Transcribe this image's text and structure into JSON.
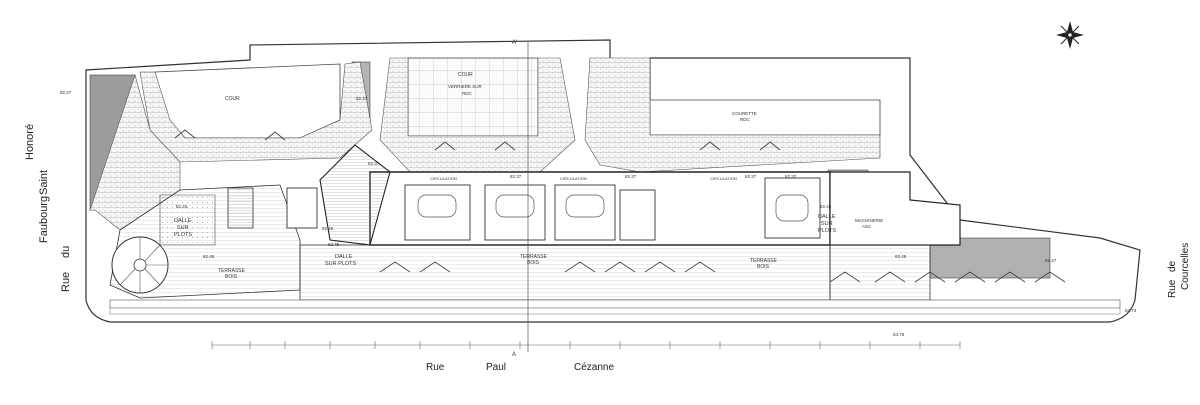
{
  "streets": {
    "left_words": [
      "Rue",
      "du",
      "Faubourg",
      "Saint",
      "Honoré"
    ],
    "right_words": [
      "Rue",
      "de",
      "Courcelles"
    ],
    "bottom_words": [
      "Rue",
      "Paul",
      "Cézanne"
    ]
  },
  "section_marks": {
    "top": "A'",
    "bottom": "A"
  },
  "compass_icon": "compass-rose-icon",
  "spaces": {
    "cour": "COUR",
    "cour_verriere": "COUR",
    "verriere": "VERRIERE SUR",
    "verriere_sub": "RDC",
    "courette": "COURETTE",
    "courette_sub": "RDC",
    "dalle_left": "DALLE",
    "dalle_left_sub": "SUR",
    "dalle_left_sub2": "PLOTS",
    "dalle_mid": "DALLE",
    "dalle_mid_sub": "SUR PLOTS",
    "dalle_right": "DALLE",
    "dalle_right_sub": "SUR",
    "dalle_right_sub2": "PLOTS",
    "terrasse_left": "TERRASSE",
    "terrasse_left_sub": "BOIS",
    "terrasse_mid": "TERRASSE",
    "terrasse_mid_sub": "BOIS",
    "terrasse_right": "TERRASSE",
    "terrasse_right_sub": "BOIS",
    "circulation_1": "CIRCULATION",
    "circulation_2": "CIRCULATION",
    "circulation_3": "CIRCULATION",
    "machinerie": "MACHINERIE",
    "machinerie_sub": "ASC"
  },
  "levels": [
    "82.37",
    "82.47",
    "82.45",
    "82.45",
    "82.45",
    "82.45",
    "82.37",
    "82.37",
    "82.37",
    "82.37",
    "82.45",
    "82.45",
    "82.47",
    "82.37",
    "84.75",
    "84.73"
  ]
}
